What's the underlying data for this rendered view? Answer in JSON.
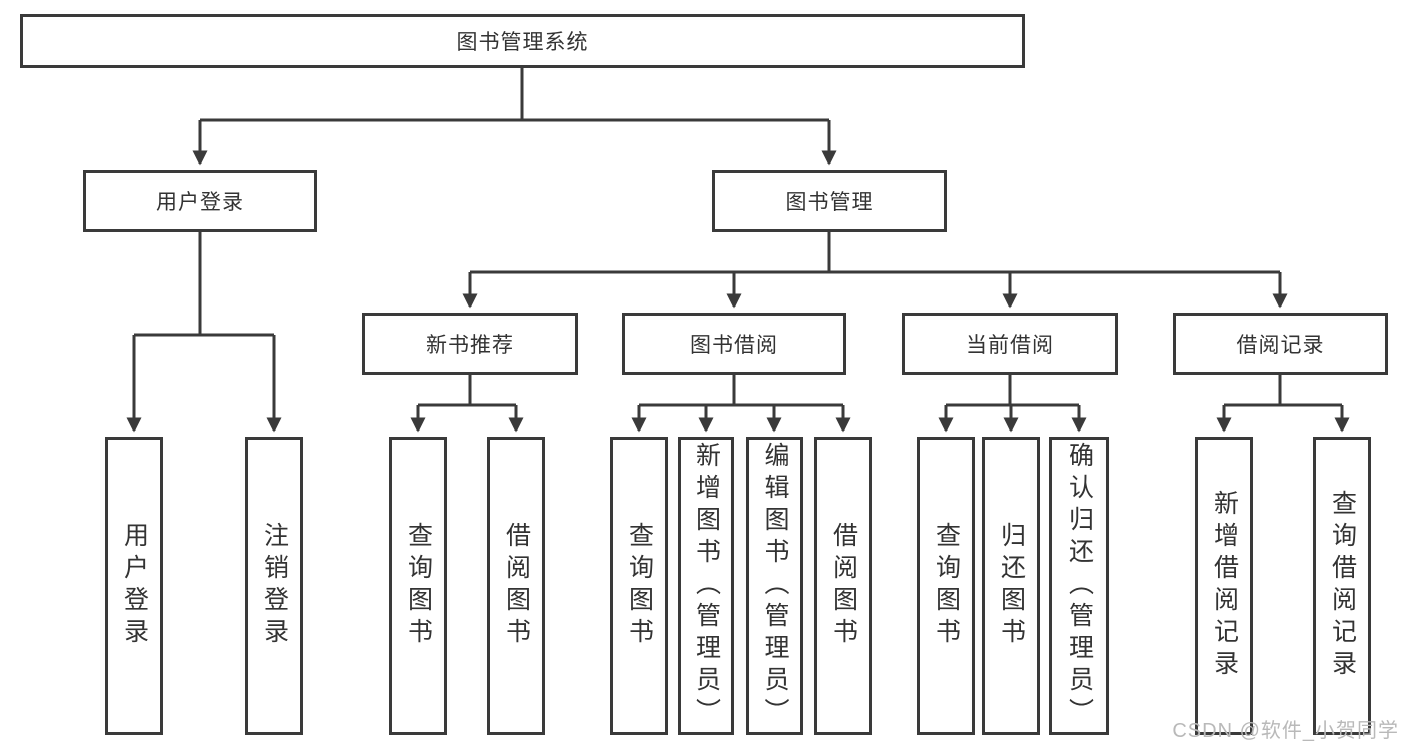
{
  "colors": {
    "line": "#3a3a3a",
    "text": "#333333",
    "watermark": "#b9b9b9",
    "background": "#ffffff"
  },
  "watermark": {
    "text": "CSDN @软件_小贺同学"
  },
  "tree": {
    "label": "图书管理系统",
    "children": [
      {
        "label": "用户登录",
        "children": [
          {
            "label": "用户登录"
          },
          {
            "label": "注销登录"
          }
        ]
      },
      {
        "label": "图书管理",
        "children": [
          {
            "label": "新书推荐",
            "children": [
              {
                "label": "查询图书"
              },
              {
                "label": "借阅图书"
              }
            ]
          },
          {
            "label": "图书借阅",
            "children": [
              {
                "label": "查询图书"
              },
              {
                "label": "新增图书（管理员）"
              },
              {
                "label": "编辑图书（管理员）"
              },
              {
                "label": "借阅图书"
              }
            ]
          },
          {
            "label": "当前借阅",
            "children": [
              {
                "label": "查询图书"
              },
              {
                "label": "归还图书"
              },
              {
                "label": "确认归还（管理员）"
              }
            ]
          },
          {
            "label": "借阅记录",
            "children": [
              {
                "label": "新增借阅记录"
              },
              {
                "label": "查询借阅记录"
              }
            ]
          }
        ]
      }
    ]
  }
}
